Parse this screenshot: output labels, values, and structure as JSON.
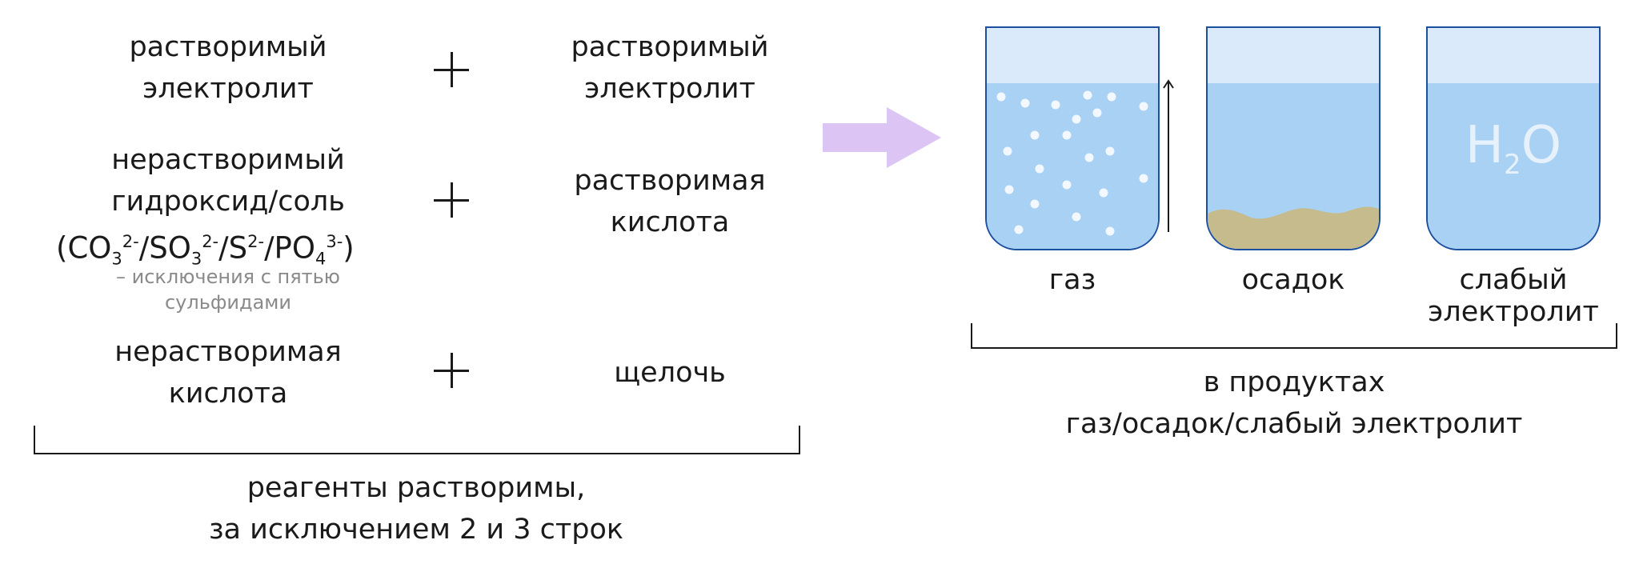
{
  "reagents": {
    "row1": {
      "left": [
        "растворимый",
        "электролит"
      ],
      "right": [
        "растворимый",
        "электролит"
      ]
    },
    "row2": {
      "left": [
        "нерастворимый",
        "гидроксид/соль"
      ],
      "formula": {
        "open": "(",
        "ions": [
          {
            "base": "CO",
            "sub": "3",
            "sup": "2-"
          },
          {
            "base": "SO",
            "sub": "3",
            "sup": "2-"
          },
          {
            "base": "S",
            "sub": "",
            "sup": "2-"
          },
          {
            "base": "PO",
            "sub": "4",
            "sup": "3-"
          }
        ],
        "separator": "/",
        "close": ")"
      },
      "note": [
        "– исключения с пятью",
        "сульфидами"
      ],
      "right": [
        "растворимая",
        "кислота"
      ]
    },
    "row3": {
      "left": [
        "нерастворимая",
        "кислота"
      ],
      "right": [
        "щелочь"
      ]
    },
    "bracket_caption": [
      "реагенты растворимы,",
      "за исключением 2 и 3 строк"
    ]
  },
  "products": {
    "beakers": [
      {
        "label": [
          "газ"
        ]
      },
      {
        "label": [
          "осадок"
        ]
      },
      {
        "label": [
          "слабый",
          "электролит"
        ],
        "formula": {
          "base": "H",
          "sub": "2",
          "tail": "O"
        }
      }
    ],
    "bracket_caption": [
      "в продуктах",
      "газ/осадок/слабый электролит"
    ]
  },
  "colors": {
    "arrow": "#dcc5f4",
    "beaker_outline": "#1d4f9f",
    "beaker_top": "#dbeafb",
    "liquid": "#a9d1f4",
    "sediment": "#c5bb8d",
    "bubbles": "#f3f8fe",
    "note_text": "#8a8a8a"
  },
  "icons": {
    "arrow": "right-arrow-icon",
    "gas_arrow": "up-arrow-icon",
    "plus": "plus-icon"
  }
}
